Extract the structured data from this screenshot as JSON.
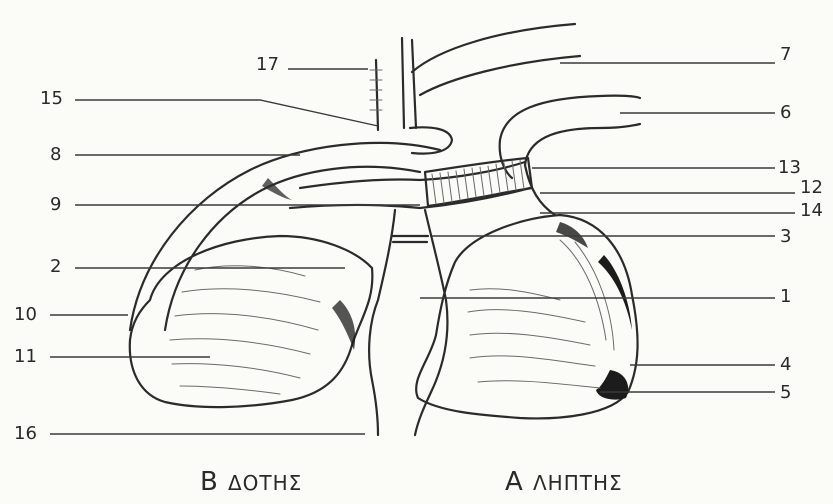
{
  "labels": {
    "n17": "17",
    "n15": "15",
    "n8": "8",
    "n9": "9",
    "n2": "2",
    "n10": "10",
    "n11": "11",
    "n16": "16",
    "n7": "7",
    "n6": "6",
    "n13": "13",
    "n12": "12",
    "n14": "14",
    "n3": "3",
    "n1": "1",
    "n4": "4",
    "n5": "5"
  },
  "captions": {
    "donor_letter": "B",
    "donor_word": "ΔΟΤΗΣ",
    "recipient_letter": "A",
    "recipient_word": "ΛΗΠΤΗΣ"
  }
}
